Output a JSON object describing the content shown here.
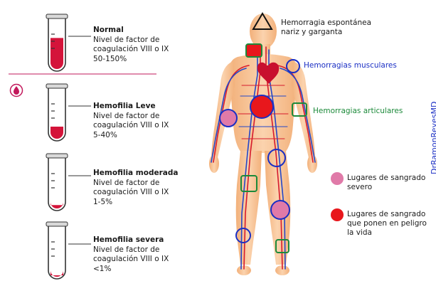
{
  "levels": [
    {
      "title": "Normal",
      "lines": [
        "Nivel de factor de",
        "coagulación VIII o IX",
        "50-150%"
      ],
      "fill": 0.62
    },
    {
      "title": "Hemofilia Leve",
      "lines": [
        "Nivel de factor de",
        "coagulación VIII o IX",
        "5-40%"
      ],
      "fill": 0.25
    },
    {
      "title": "Hemofilia moderada",
      "lines": [
        "Nivel de factor de",
        "coagulación VIII o IX",
        "1-5%"
      ],
      "fill": 0.08
    },
    {
      "title": "Hemofilia severa",
      "lines": [
        "Nivel de factor de",
        "coagulación VIII o IX",
        "<1%"
      ],
      "fill": 0.03
    }
  ],
  "labels": {
    "nose_throat": [
      "Hemorragia espontánea",
      "nariz y garganta"
    ],
    "muscular": "Hemorragias musculares",
    "articular": "Hemorragias articulares",
    "watermark": "DrRamonReyesMD",
    "legend_severe": [
      "Lugares de sangrado",
      "severo"
    ],
    "legend_life": [
      "Lugares de sangrado",
      "que ponen en peligro",
      "la vida"
    ]
  },
  "colors": {
    "blood": "#d4143a",
    "accent": "#c2185b",
    "blue": "#1b2fc4",
    "green": "#1c8a3a",
    "severe": "#e07aa8",
    "life": "#e8171c",
    "skin": "#f8c9a0"
  },
  "icons": {
    "drop": "blood-drop-icon",
    "triangle": "triangle-marker-icon"
  }
}
